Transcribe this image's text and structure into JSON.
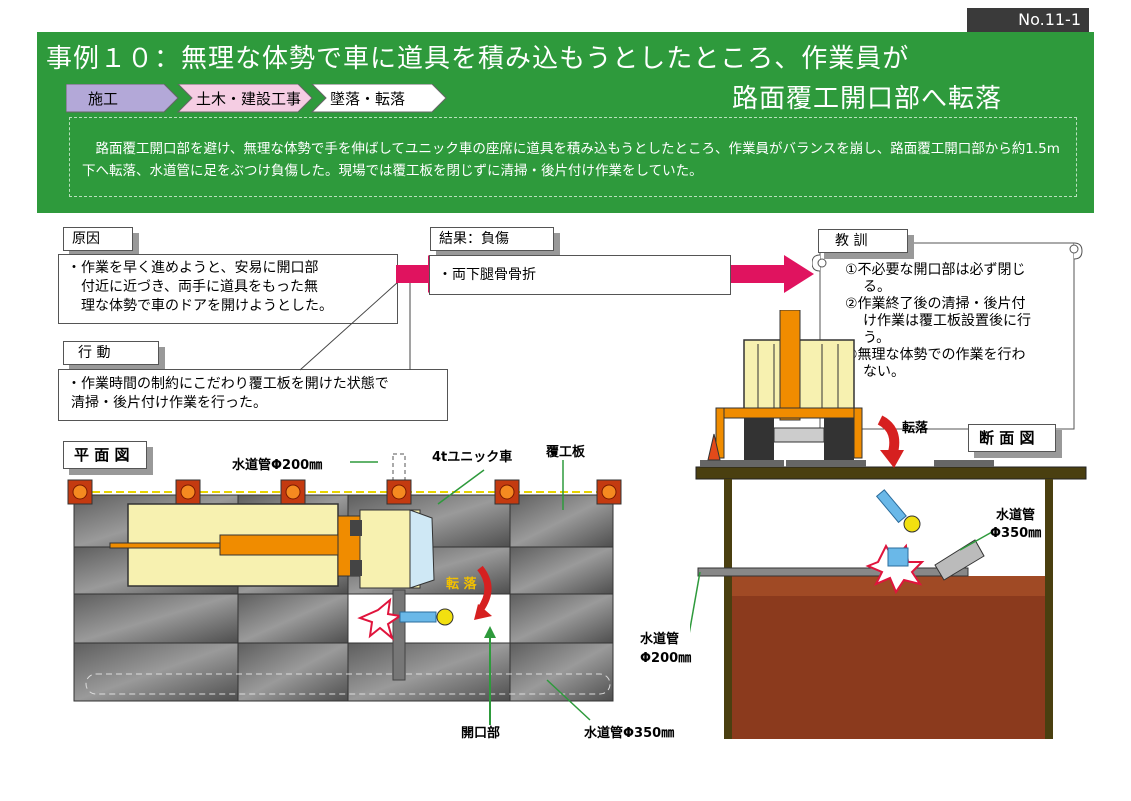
{
  "doc_number": "No.11-1",
  "title_line1": "事例１０：無理な体勢で車に道具を積み込もうとしたところ、作業員が",
  "title_line2": "路面覆工開口部へ転落",
  "tags": [
    "施工",
    "土木・建設工事",
    "墜落・転落"
  ],
  "summary": "路面覆工開口部を避け、無理な体勢で手を伸ばしてユニック車の座席に道具を積み込もうとしたところ、作業員がバランスを崩し、路面覆工開口部から約1.5m下へ転落、水道管に足をぶつけ負傷した。現場では覆工板を閉じずに清掃・後片付け作業をしていた。",
  "cause": {
    "heading": "原因",
    "text1": "・作業を早く進めようと、安易に開口部",
    "text2": "付近に近づき、両手に道具をもった無",
    "text3": "理な体勢で車のドアを開けようとした。"
  },
  "action": {
    "heading": "行 動",
    "text1": "・作業時間の制約にこだわり覆工板を開けた状態で",
    "text2": "清掃・後片付け作業を行った。"
  },
  "result": {
    "heading": "結果：負傷",
    "text": "・両下腿骨骨折"
  },
  "lesson": {
    "heading": "教 訓",
    "items": [
      [
        "①不必要な開口部は必ず閉じ",
        "る。"
      ],
      [
        "②作業終了後の清掃・後片付",
        "け作業は覆工板設置後に行",
        "う。"
      ],
      [
        "③無理な体勢での作業を行わ",
        "ない。"
      ]
    ]
  },
  "plan_view": {
    "title": "平 面 図",
    "labels": {
      "pipe200": "水道管Φ200㎜",
      "truck": "4tユニック車",
      "cover": "覆工板",
      "fall": "転 落",
      "opening": "開口部",
      "pipe350": "水道管Φ350㎜"
    }
  },
  "section_view": {
    "title": "断 面 図",
    "labels": {
      "fall": "転落",
      "pipe350_a": "水道管",
      "pipe350_b": "Φ350㎜",
      "pipe200_a": "水道管",
      "pipe200_b": "Φ200㎜"
    }
  },
  "colors": {
    "banner": "#2e9a3c",
    "arrow": "#e0135f",
    "truck_body": "#f7f1b0",
    "crane": "#f08c00",
    "soil": "#8b3a1d",
    "frame": "#4a3f10"
  }
}
